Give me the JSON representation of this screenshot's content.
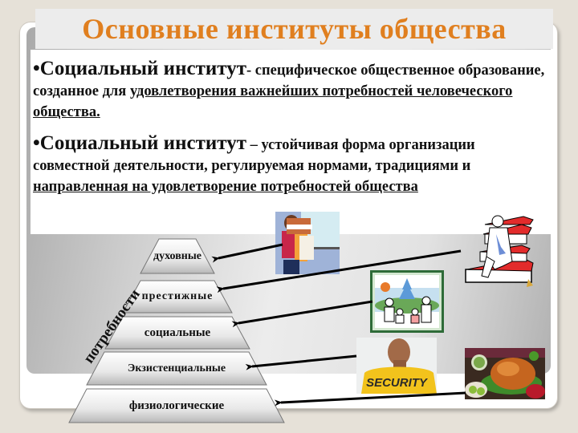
{
  "slide": {
    "title": "Основные институты общества",
    "colors": {
      "title": "#e07f1f",
      "title_bar": "#ececec",
      "background": "#e6e1d8",
      "text": "#111111"
    }
  },
  "definitions": [
    {
      "bullet": "•",
      "term": "Социальный институт",
      "text_plain": "- специфическое общественное образование, созданное для ",
      "text_underlined": "удовлетворения важнейших потребностей человеческого общества."
    },
    {
      "bullet": "•",
      "term": "Социальный институт",
      "text_plain": " – устойчивая форма организации совместной деятельности, регулируемая нормами, традициями и ",
      "text_underlined": "направленная на удовлетворение потребностей общества"
    }
  ],
  "pyramid": {
    "axis_label": "потребности",
    "levels": [
      {
        "label": "духовные",
        "image": "woman-carrying-books"
      },
      {
        "label": "престижные",
        "image": "professor-on-books"
      },
      {
        "label": "социальные",
        "image": "family-picture"
      },
      {
        "label": "Экзистенциальные",
        "image": "security-guard"
      },
      {
        "label": "физиологические",
        "image": "roast-turkey-feast"
      }
    ]
  },
  "images": {
    "woman_books": "woman-carrying-books",
    "professor": "professor-on-books",
    "family": "family-picture",
    "security": "SECURITY",
    "food": "roast-turkey-feast"
  }
}
